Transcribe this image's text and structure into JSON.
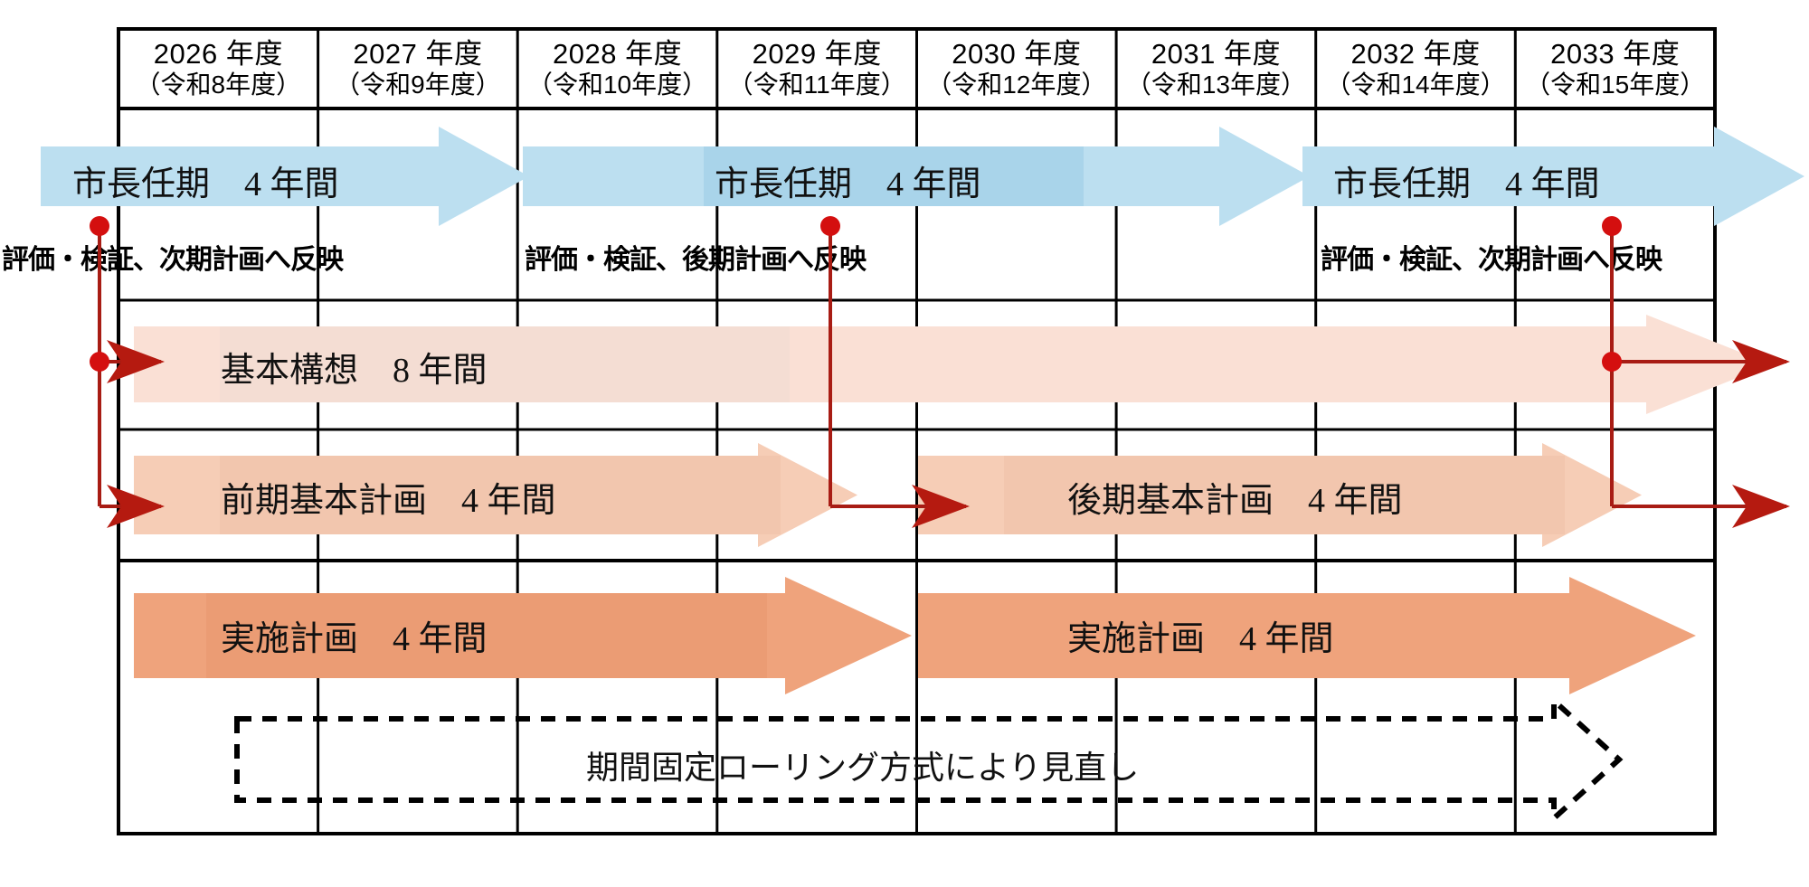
{
  "diagram": {
    "title": "総合計画 期間固定ローリング方式 スケジュール図",
    "colors": {
      "blue_arrow": "#bcdff0",
      "blue_arrow_dark": "#a9d4ea",
      "soft_peach": "#fae0d5",
      "mid_peach": "#f6cdb6",
      "deep_peach": "#efa37c",
      "red_line": "#a81c14",
      "red_dot": "#d40f0f",
      "grid_line": "#000000"
    }
  },
  "header": {
    "columns": [
      {
        "year": "2026 年度",
        "era": "（令和8年度）"
      },
      {
        "year": "2027 年度",
        "era": "（令和9年度）"
      },
      {
        "year": "2028 年度",
        "era": "（令和10年度）"
      },
      {
        "year": "2029 年度",
        "era": "（令和11年度）"
      },
      {
        "year": "2030 年度",
        "era": "（令和12年度）"
      },
      {
        "year": "2031 年度",
        "era": "（令和13年度）"
      },
      {
        "year": "2032 年度",
        "era": "（令和14年度）"
      },
      {
        "year": "2033 年度",
        "era": "（令和15年度）"
      }
    ]
  },
  "mayor_terms": [
    {
      "label": "市長任期　4 年間",
      "start_year": "2026 年度",
      "end_year": "2027 年度",
      "span_years": 4
    },
    {
      "label": "市長任期　4 年間",
      "start_year": "2028 年度",
      "end_year": "2031 年度",
      "span_years": 4
    },
    {
      "label": "市長任期　4 年間",
      "start_year": "2032 年度",
      "end_year": "2033 年度",
      "span_years": 4
    }
  ],
  "evaluations": [
    {
      "label": "評価・検証、次期計画へ反映"
    },
    {
      "label": "評価・検証、後期計画へ反映"
    },
    {
      "label": "評価・検証、次期計画へ反映"
    }
  ],
  "plans": {
    "concept": {
      "label": "基本構想　8 年間",
      "span_years": 8
    },
    "basic_former": {
      "label": "前期基本計画　4 年間",
      "span_years": 4
    },
    "basic_latter": {
      "label": "後期基本計画　4 年間",
      "span_years": 4
    },
    "action_first": {
      "label": "実施計画　4 年間",
      "span_years": 4
    },
    "action_second": {
      "label": "実施計画　4 年間",
      "span_years": 4
    }
  },
  "rolling": {
    "label": "期間固定ローリング方式により見直し"
  }
}
